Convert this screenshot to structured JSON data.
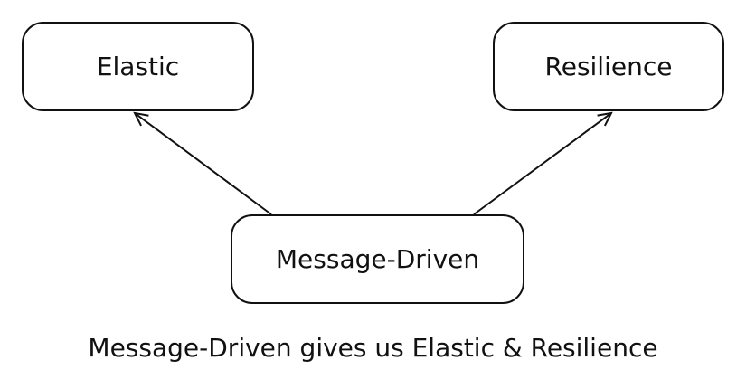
{
  "nodes": {
    "elastic": {
      "label": "Elastic"
    },
    "resilience": {
      "label": "Resilience"
    },
    "message_driven": {
      "label": "Message-Driven"
    }
  },
  "edges": [
    {
      "from": "Message-Driven",
      "to": "Elastic"
    },
    {
      "from": "Message-Driven",
      "to": "Resilience"
    }
  ],
  "caption": "Message-Driven gives us Elastic & Resilience"
}
